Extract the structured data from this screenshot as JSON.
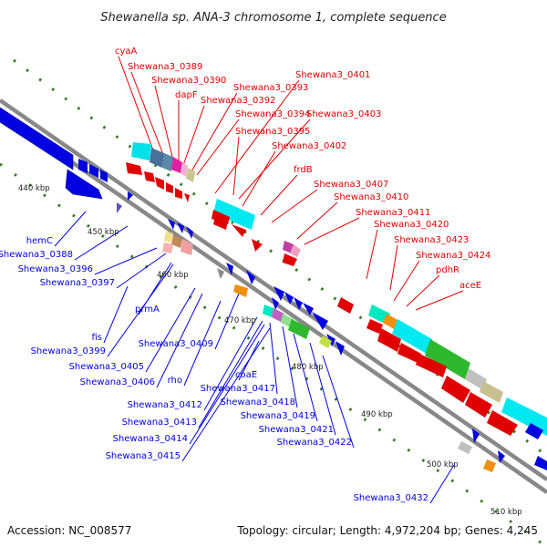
{
  "title": "Shewanella sp. ANA-3 chromosome 1, complete sequence",
  "footer": {
    "accession": "Accession: NC_008577",
    "topology": "Topology: circular; Length: 4,972,204 bp; Genes: 4,245"
  },
  "colors": {
    "forward": "#e00000",
    "reverse": "#0000e0",
    "backbone": "#888888",
    "tick": "#2e7d1f"
  },
  "kbp_ticks": [
    "440 kbp",
    "450 kbp",
    "460 kbp",
    "470 kbp",
    "480 kbp",
    "490 kbp",
    "500 kbp",
    "510 kbp"
  ],
  "forward_genes": [
    "cyaA",
    "Shewana3_0389",
    "Shewana3_0390",
    "dapF",
    "Shewana3_0392",
    "Shewana3_0393",
    "Shewana3_0401",
    "Shewana3_0394",
    "Shewana3_0403",
    "Shewana3_0395",
    "Shewana3_0402",
    "frdB",
    "Shewana3_0407",
    "Shewana3_0410",
    "Shewana3_0411",
    "Shewana3_0420",
    "Shewana3_0423",
    "Shewana3_0424",
    "pdhR",
    "aceE"
  ],
  "reverse_genes": [
    "hemC",
    "Shewana3_0388",
    "Shewana3_0396",
    "Shewana3_0397",
    "prmA",
    "fis",
    "Shewana3_0399",
    "Shewana3_0409",
    "Shewana3_0405",
    "Shewana3_0406",
    "rho",
    "coaE",
    "Shewana3_0417",
    "Shewana3_0412",
    "Shewana3_0418",
    "Shewana3_0413",
    "Shewana3_0419",
    "Shewana3_0414",
    "Shewana3_0421",
    "Shewana3_0415",
    "Shewana3_0422",
    "Shewana3_0432"
  ]
}
